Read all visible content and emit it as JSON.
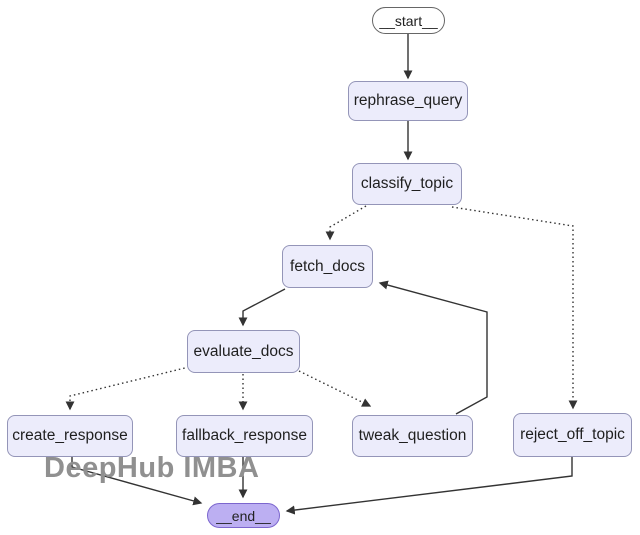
{
  "diagram": {
    "type": "flowchart",
    "nodes": {
      "start": {
        "label": "__start__",
        "shape": "stadium"
      },
      "rephrase_query": {
        "label": "rephrase_query",
        "shape": "rounded-rect"
      },
      "classify_topic": {
        "label": "classify_topic",
        "shape": "rounded-rect"
      },
      "fetch_docs": {
        "label": "fetch_docs",
        "shape": "rounded-rect"
      },
      "evaluate_docs": {
        "label": "evaluate_docs",
        "shape": "rounded-rect"
      },
      "create_response": {
        "label": "create_response",
        "shape": "rounded-rect"
      },
      "fallback_response": {
        "label": "fallback_response",
        "shape": "rounded-rect"
      },
      "tweak_question": {
        "label": "tweak_question",
        "shape": "rounded-rect"
      },
      "reject_off_topic": {
        "label": "reject_off_topic",
        "shape": "rounded-rect"
      },
      "end": {
        "label": "__end__",
        "shape": "stadium"
      }
    },
    "edges": [
      {
        "from": "__start__",
        "to": "rephrase_query",
        "style": "solid"
      },
      {
        "from": "rephrase_query",
        "to": "classify_topic",
        "style": "solid"
      },
      {
        "from": "classify_topic",
        "to": "fetch_docs",
        "style": "dotted"
      },
      {
        "from": "classify_topic",
        "to": "reject_off_topic",
        "style": "dotted"
      },
      {
        "from": "fetch_docs",
        "to": "evaluate_docs",
        "style": "solid"
      },
      {
        "from": "evaluate_docs",
        "to": "create_response",
        "style": "dotted"
      },
      {
        "from": "evaluate_docs",
        "to": "fallback_response",
        "style": "dotted"
      },
      {
        "from": "evaluate_docs",
        "to": "tweak_question",
        "style": "dotted"
      },
      {
        "from": "tweak_question",
        "to": "fetch_docs",
        "style": "solid"
      },
      {
        "from": "create_response",
        "to": "__end__",
        "style": "solid"
      },
      {
        "from": "fallback_response",
        "to": "__end__",
        "style": "solid"
      },
      {
        "from": "reject_off_topic",
        "to": "__end__",
        "style": "solid"
      }
    ],
    "colors": {
      "background": "#FFFFFF",
      "node_fill": "#ECECFB",
      "node_border": "#9495B8",
      "start_fill": "#FFFFFF",
      "start_border": "#666666",
      "end_fill": "#BCAFF2",
      "end_border": "#7C66CE",
      "edge": "#333333",
      "node_text": "#1F1F1F",
      "watermark": "#909090"
    }
  },
  "watermark": {
    "text": "DeepHub IMBA"
  }
}
